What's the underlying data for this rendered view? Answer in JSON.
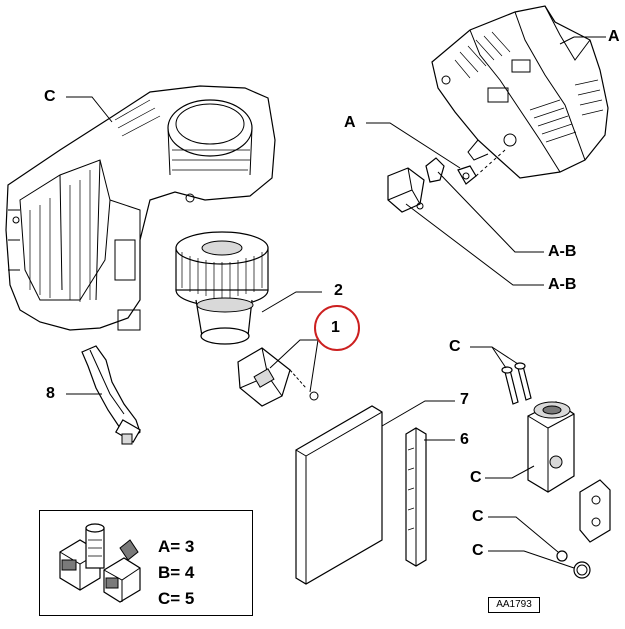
{
  "labels": {
    "housing_top": "A",
    "clip_a": "A",
    "actuator_1": "A-B",
    "actuator_2": "A-B",
    "housing_left": "C",
    "blower": "2",
    "resistor": "1",
    "hose": "8",
    "filter": "7",
    "seal": "6",
    "bolts": "C",
    "valve": "C",
    "oring_1": "C",
    "oring_2": "C"
  },
  "legend": {
    "a": "A= 3",
    "b": "B= 4",
    "c": "C= 5"
  },
  "reference_code": "AA1793",
  "colors": {
    "ink": "#000000",
    "highlight_circle": "#cc2020",
    "part_shade": "#d9d9d9"
  }
}
